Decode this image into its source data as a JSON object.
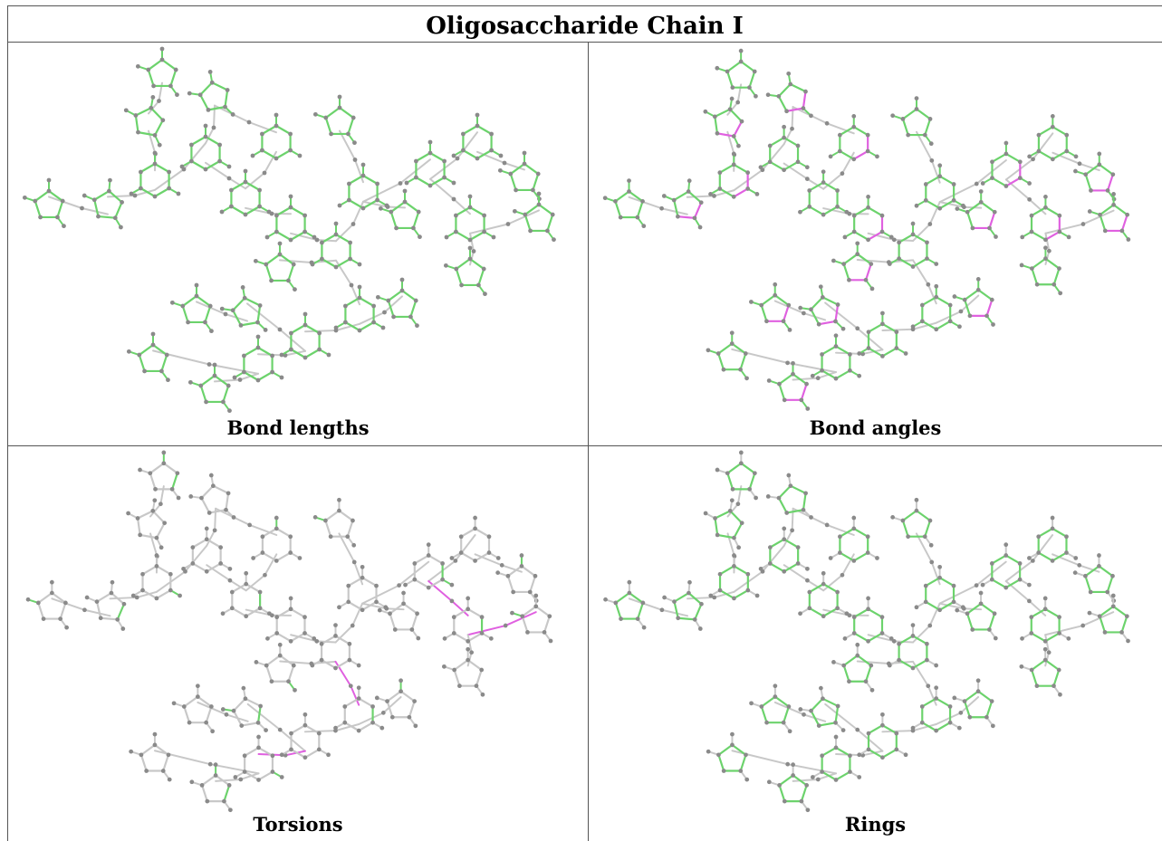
{
  "title": "Oligosaccharide Chain I",
  "panels": [
    {
      "caption": "Bond lengths",
      "highlight": "green",
      "pink_mode": "none",
      "gray_mode": "links"
    },
    {
      "caption": "Bond angles",
      "highlight": "green",
      "pink_mode": "angles",
      "gray_mode": "links"
    },
    {
      "caption": "Torsions",
      "highlight": "gray",
      "pink_mode": "torsions",
      "gray_mode": "all"
    },
    {
      "caption": "Rings",
      "highlight": "ringsonly",
      "pink_mode": "none",
      "gray_mode": "rings"
    }
  ],
  "colors": {
    "good_bond": "#6cd36c",
    "flagged_bond": "#e060e0",
    "neutral_bond": "#c8c8c8",
    "atom": "#8a8a8a",
    "border": "#555555",
    "background": "#ffffff"
  }
}
